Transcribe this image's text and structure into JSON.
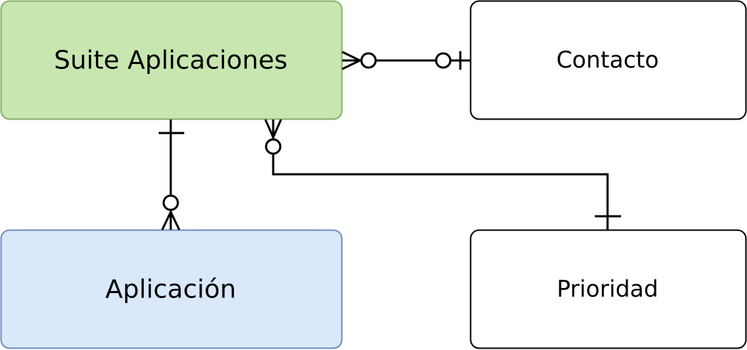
{
  "entities": {
    "suite_aplicaciones": {
      "label": "Suite Aplicaciones",
      "fill": "#c8e6b0",
      "stroke": "#82b366"
    },
    "contacto": {
      "label": "Contacto",
      "fill": "#ffffff",
      "stroke": "#000000"
    },
    "aplicacion": {
      "label": "Aplicación",
      "fill": "#dae8fa",
      "stroke": "#6c8ebf"
    },
    "prioridad": {
      "label": "Prioridad",
      "fill": "#ffffff",
      "stroke": "#000000"
    }
  },
  "relationships": [
    {
      "from": "suite_aplicaciones",
      "to": "contacto",
      "from_cardinality": "zero-or-many",
      "to_cardinality": "zero-or-one"
    },
    {
      "from": "suite_aplicaciones",
      "to": "aplicacion",
      "from_cardinality": "one",
      "to_cardinality": "zero-or-many"
    },
    {
      "from": "suite_aplicaciones",
      "to": "prioridad",
      "from_cardinality": "zero-or-many",
      "to_cardinality": "one"
    }
  ]
}
